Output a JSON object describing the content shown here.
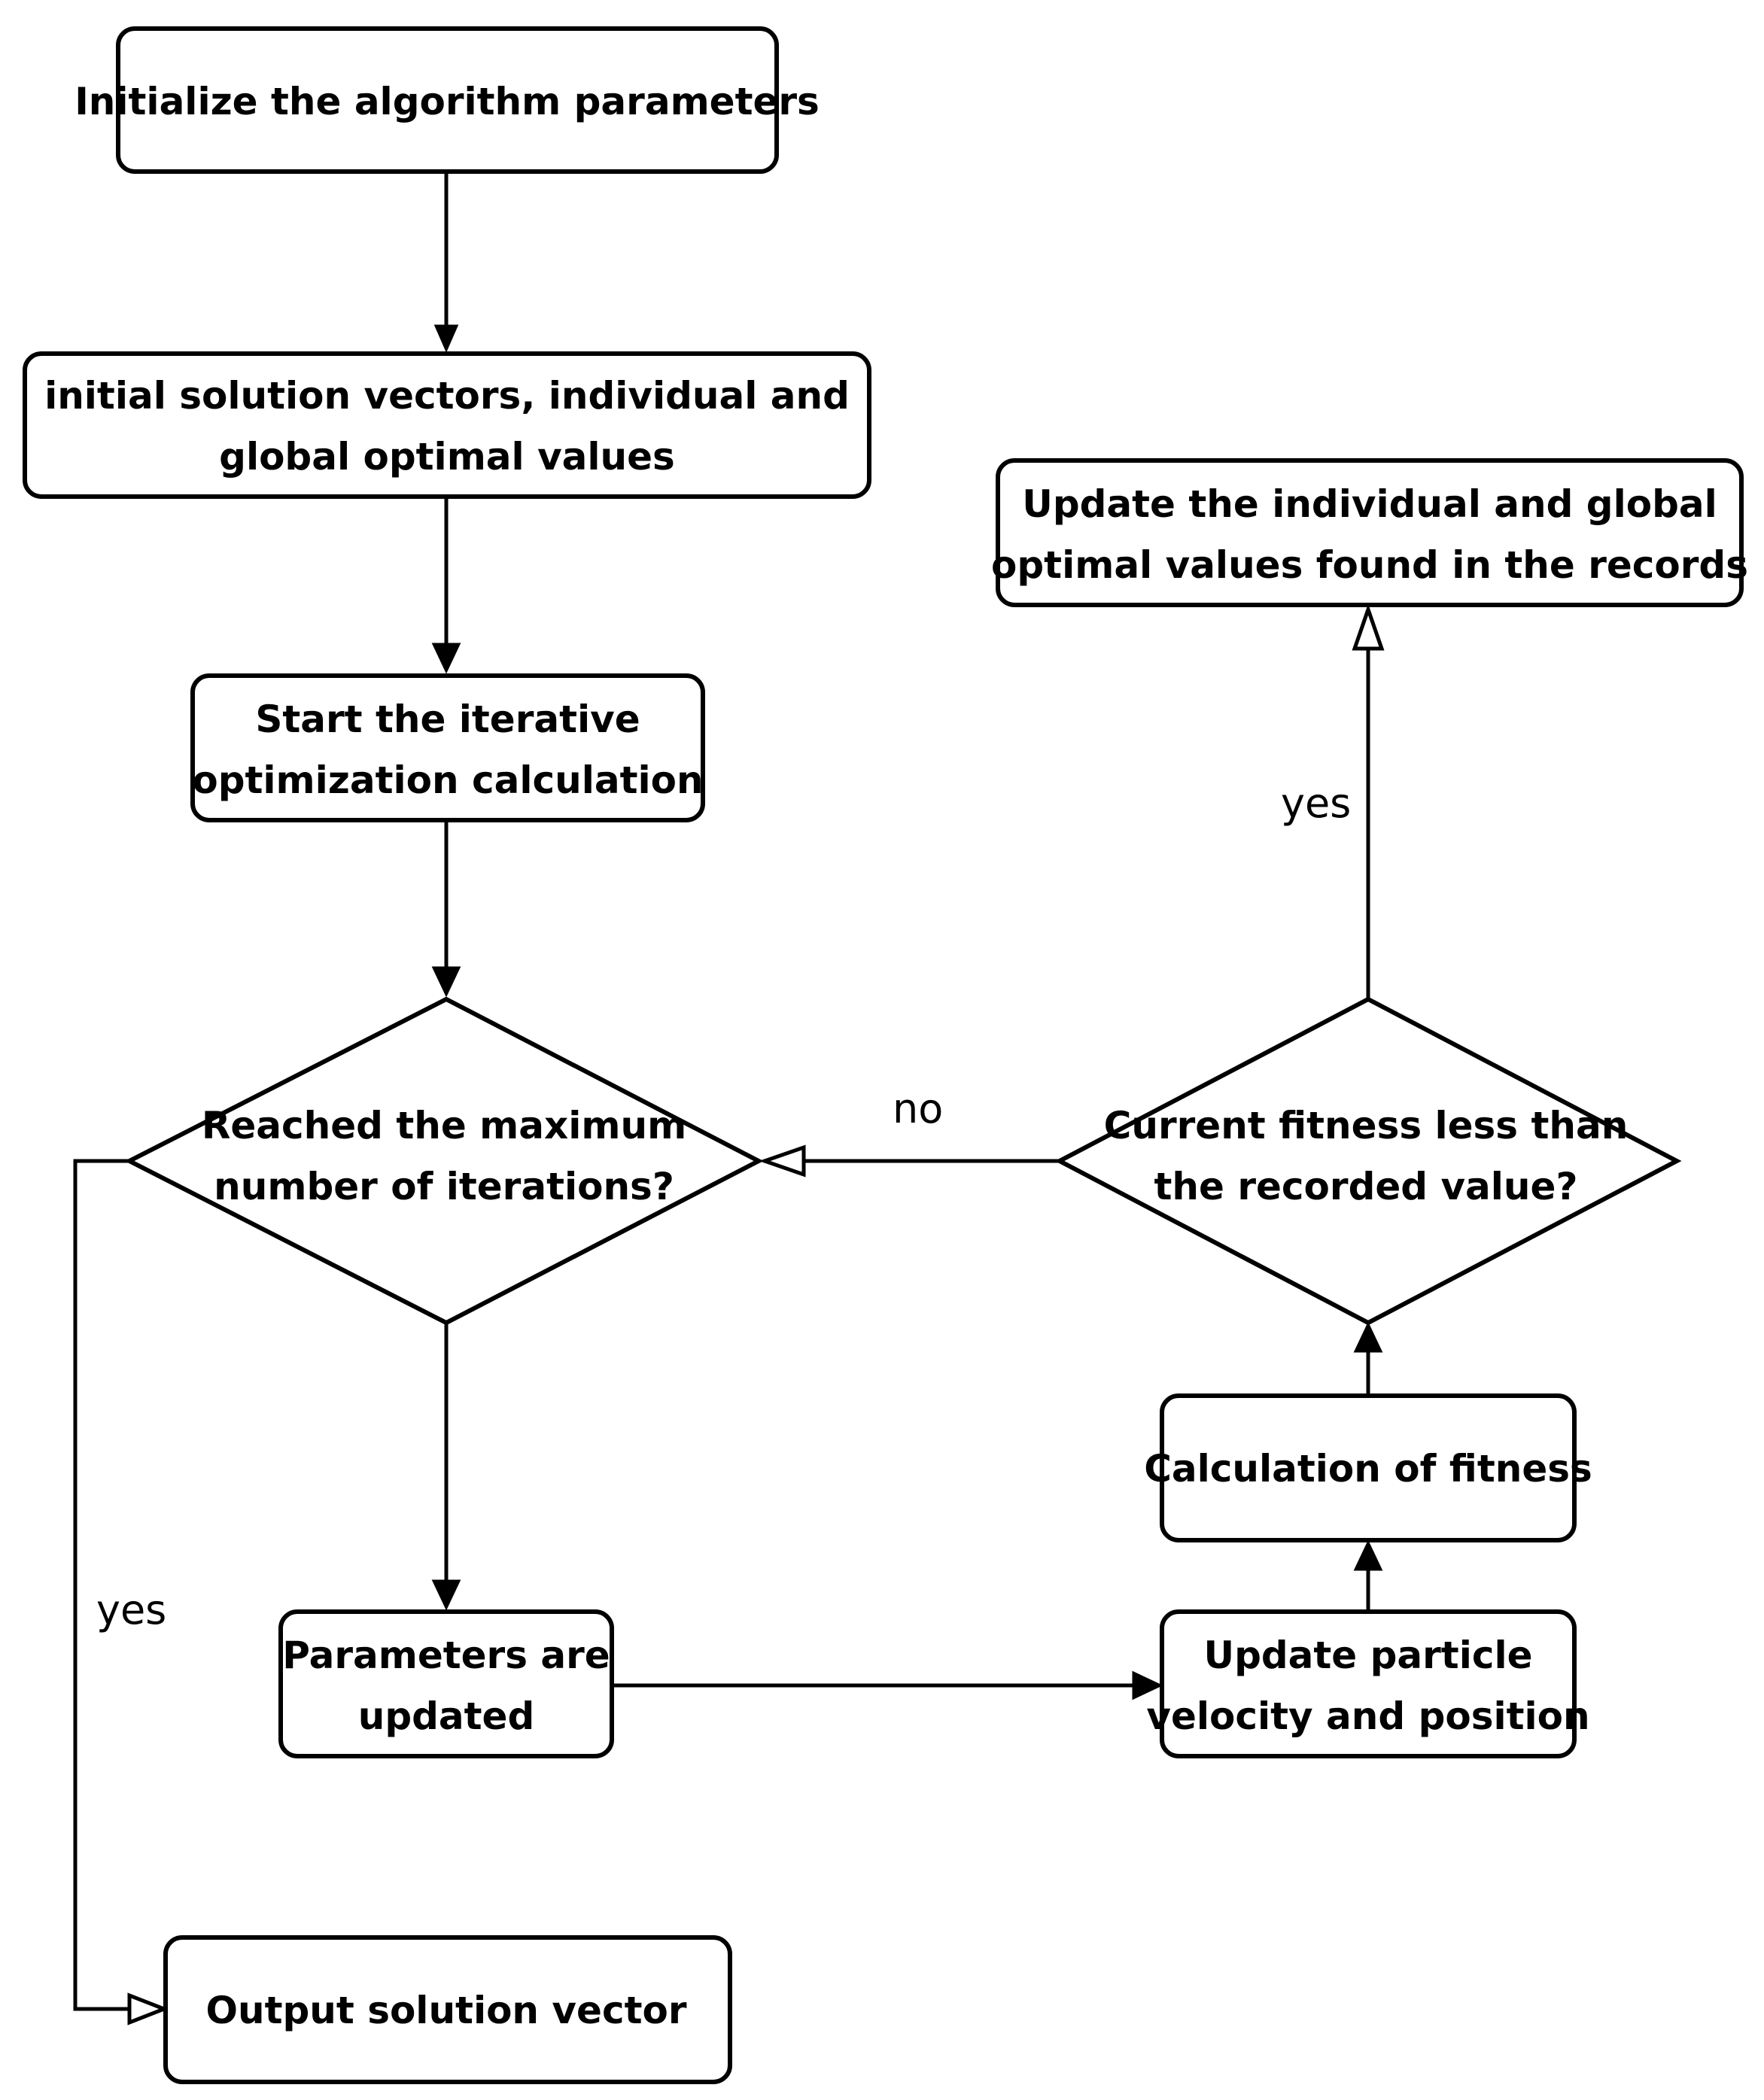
{
  "nodes": {
    "init_params": [
      "Initialize the algorithm parameters"
    ],
    "initial_solution": [
      "initial solution vectors, individual and",
      "global optimal values"
    ],
    "start_iterative": [
      "Start the iterative",
      "optimization calculation"
    ],
    "max_iterations": [
      "Reached the maximum",
      "number of iterations?"
    ],
    "params_updated": [
      "Parameters are",
      "updated"
    ],
    "update_particle": [
      "Update particle",
      "velocity and position"
    ],
    "calc_fitness": [
      "Calculation of fitness"
    ],
    "fitness_compare": [
      "Current fitness less than",
      "the recorded value?"
    ],
    "update_optimal": [
      "Update the individual and global",
      "optimal values found in the records"
    ],
    "output_solution": [
      "Output solution vector"
    ]
  },
  "edge_labels": {
    "max_yes": "yes",
    "fitness_yes": "yes",
    "fitness_no": "no"
  },
  "colors": {
    "stroke": "#000000",
    "background": "#ffffff"
  }
}
